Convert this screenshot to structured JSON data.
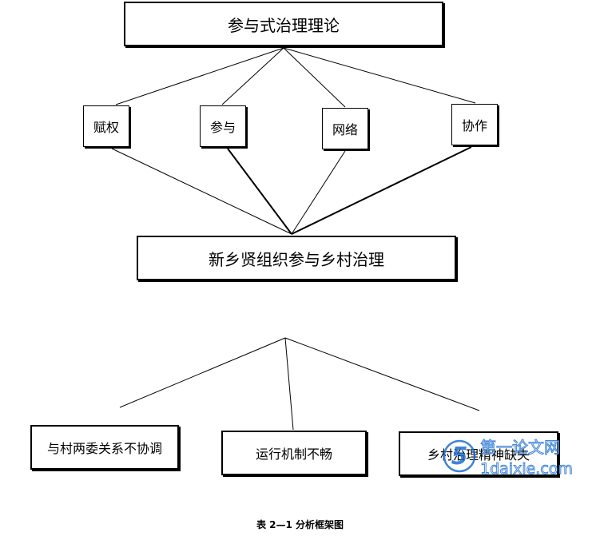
{
  "diagram": {
    "top_box": "参与式治理理论",
    "sub_boxes": [
      "赋权",
      "参与",
      "网络",
      "协作"
    ],
    "middle_box": "新乡贤组织参与乡村治理",
    "problem_boxes": [
      "与村两委关系不协调",
      "运行机制不畅",
      "乡村治理精神缺失"
    ]
  },
  "caption": "表 2—1 分析框架图",
  "watermark": {
    "logo_text": "第一论文网",
    "site_text": "1daixie.com",
    "logo_digit": "5",
    "color": "#1f6fd1"
  }
}
